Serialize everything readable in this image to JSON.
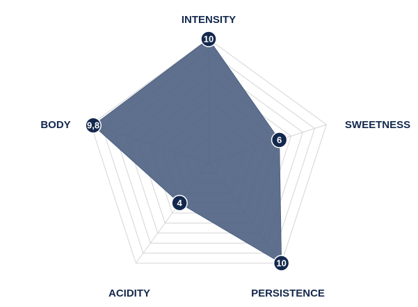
{
  "chart_data": {
    "type": "radar",
    "axes": [
      "INTENSITY",
      "SWEETNESS",
      "PERSISTENCE",
      "ACIDITY",
      "BODY"
    ],
    "values": [
      10,
      6,
      10,
      4,
      9.8
    ],
    "value_labels": [
      "10",
      "6",
      "10",
      "4",
      "9,8"
    ],
    "range": [
      0,
      10
    ],
    "grid_rings": 10,
    "grid": true,
    "legend": "none"
  },
  "colors": {
    "fill": "#4c6082",
    "marker": "#13284d",
    "text": "#13284d",
    "grid": "#d4d4d4"
  }
}
